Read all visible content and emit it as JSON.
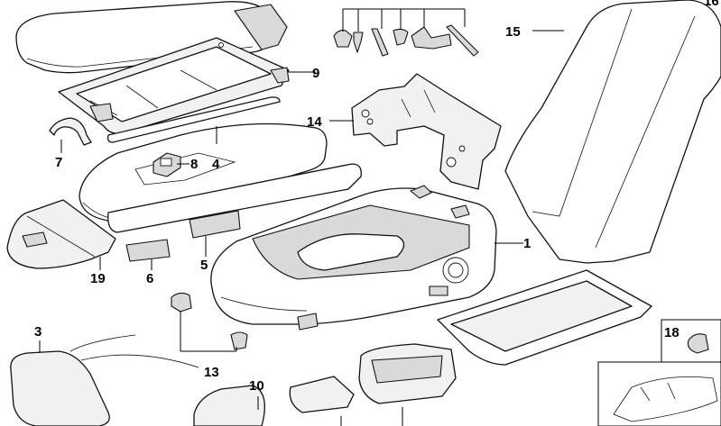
{
  "labels": {
    "l1": "1",
    "l3": "3",
    "l4": "4",
    "l5": "5",
    "l6": "6",
    "l7": "7",
    "l8": "8",
    "l9": "9",
    "l10": "10",
    "l13": "13",
    "l14": "14",
    "l15": "15",
    "l18": "18",
    "l19": "19",
    "l16": "16"
  }
}
